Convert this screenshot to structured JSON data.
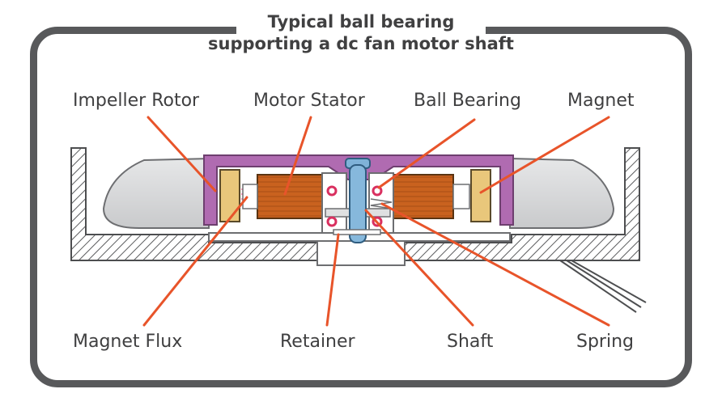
{
  "title": {
    "line1": "Typical ball bearing",
    "line2": "supporting a dc fan motor shaft"
  },
  "labels": {
    "impeller_rotor": "Impeller Rotor",
    "motor_stator": "Motor Stator",
    "ball_bearing": "Ball Bearing",
    "magnet": "Magnet",
    "magnet_flux": "Magnet Flux",
    "retainer": "Retainer",
    "shaft": "Shaft",
    "spring": "Spring"
  },
  "colors": {
    "frame": "#58595b",
    "leader": "#e8542a",
    "housing": "#8c8d8f",
    "rotor_cup": "#a65ba6",
    "magnet": "#e9c77b",
    "stator": "#c55a1e",
    "shaft": "#7fb2d8",
    "bearing_ball": "#d92f5f",
    "flux": "#ff6fa0"
  }
}
